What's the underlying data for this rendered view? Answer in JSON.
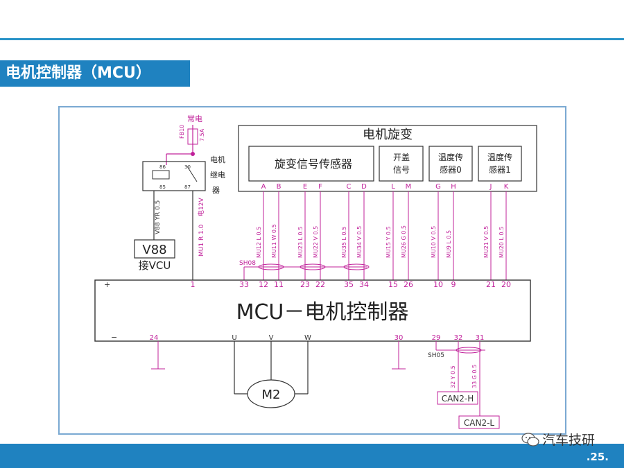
{
  "slide": {
    "title": "电机控制器（MCU）",
    "page_number": ".25."
  },
  "watermark": {
    "text": "汽车技研",
    "icon": "wechat-icon"
  },
  "diagram": {
    "resolver_block": {
      "title": "电机旋变",
      "sub_blocks": [
        {
          "label": "旋变信号传感器",
          "pins": [
            "A",
            "B",
            "E",
            "F",
            "C",
            "D"
          ]
        },
        {
          "label_line1": "开盖",
          "label_line2": "信号",
          "pins": [
            "L",
            "M"
          ]
        },
        {
          "label_line1": "温度传",
          "label_line2": "感器0",
          "pins": [
            "G",
            "H"
          ]
        },
        {
          "label_line1": "温度传",
          "label_line2": "感器1",
          "pins": [
            "J",
            "K"
          ]
        }
      ]
    },
    "wires": [
      {
        "pin": "A",
        "label": "MU12  L  0.5",
        "mcu_pin": "12"
      },
      {
        "pin": "B",
        "label": "MU11  W  0.5",
        "mcu_pin": "11"
      },
      {
        "pin": "E",
        "label": "MU23  L  0.5",
        "mcu_pin": "23"
      },
      {
        "pin": "F",
        "label": "MU22  V  0.5",
        "mcu_pin": "22"
      },
      {
        "pin": "C",
        "label": "MU35  L  0.5",
        "mcu_pin": "35"
      },
      {
        "pin": "D",
        "label": "MU34  V  0.5",
        "mcu_pin": "34"
      },
      {
        "pin": "L",
        "label": "MU15  Y  0.5",
        "mcu_pin": "15"
      },
      {
        "pin": "M",
        "label": "MU26  G  0.5",
        "mcu_pin": "26"
      },
      {
        "pin": "G",
        "label": "MU10  V  0.5",
        "mcu_pin": "10"
      },
      {
        "pin": "H",
        "label": "MU9  L  0.5",
        "mcu_pin": "9"
      },
      {
        "pin": "J",
        "label": "MU21  V  0.5",
        "mcu_pin": "21"
      },
      {
        "pin": "K",
        "label": "MU20  L  0.5",
        "mcu_pin": "20"
      }
    ],
    "shield_top": "SH08",
    "shield_top_pin": "33",
    "relay": {
      "label_line1": "电机",
      "label_line2": "继电",
      "label_line3": "器",
      "fuse_label": "FB10",
      "fuse_rating": "7.5A",
      "supply_label": "常电",
      "pins": [
        "86",
        "30",
        "85",
        "87"
      ]
    },
    "v88": {
      "box_label": "V88",
      "sub_label": "接VCU",
      "wire_label": "V88  YR  0.5"
    },
    "mcu_wire": {
      "label": "MU1  R  1.0",
      "extra": "电12V",
      "mcu_pin": "1"
    },
    "mcu": {
      "label": "MCU－电机控制器",
      "plus": "+",
      "minus": "−",
      "bottom_pins": [
        "24",
        "U",
        "V",
        "W",
        "30",
        "29",
        "32",
        "31"
      ]
    },
    "motor": {
      "label": "M2"
    },
    "shield_bottom": "SH05",
    "can": {
      "wire_h": "32  Y  0.5",
      "wire_l": "33  G  0.5",
      "can_h": "CAN2-H",
      "can_l": "CAN2-L"
    }
  }
}
